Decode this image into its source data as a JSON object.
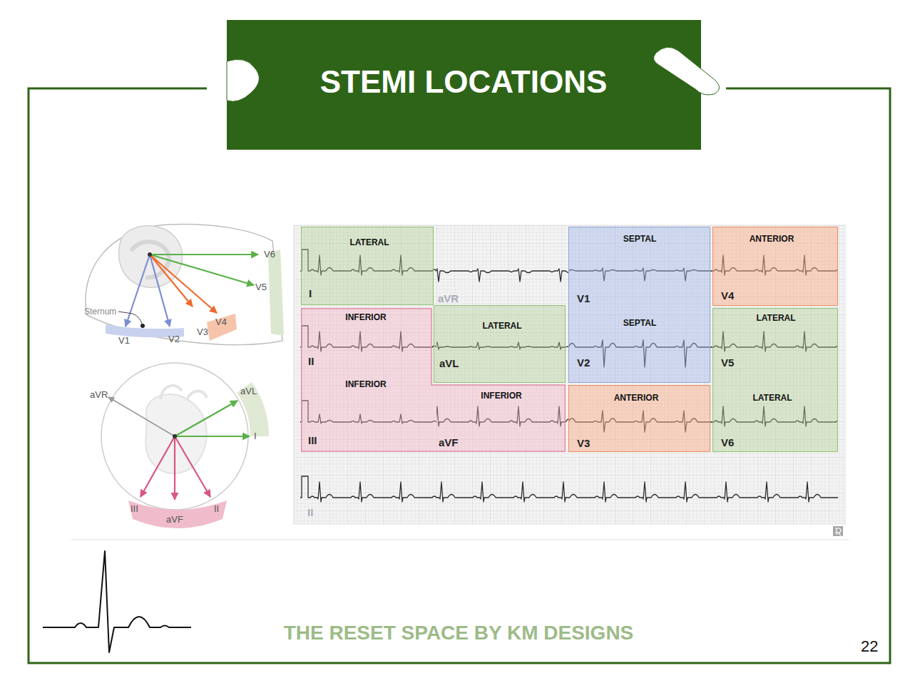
{
  "diagram": {
    "title": "STEMI LOCATIONS",
    "nodes": [
      {
        "text": [
          "V4"
        ]
      },
      {
        "text": [
          "aVF"
        ]
      },
      {
        "text": [
          "LATERAL",
          "I"
        ]
      },
      {
        "text": [
          "SEPTAL",
          "V1",
          "SEPTAL",
          "V2"
        ]
      },
      {
        "text": [
          "ANTERIOR",
          "V4"
        ]
      },
      {
        "text": [
          "INFERIOR",
          "II",
          "INFERIOR",
          "III",
          "INFERIOR",
          "aVF"
        ]
      },
      {
        "text": [
          "LATERAL",
          "aVL"
        ]
      },
      {
        "text": [
          "LATERAL",
          "V5",
          "LATERAL",
          "V6"
        ]
      },
      {
        "text": [
          "ANTERIOR",
          "V3"
        ]
      }
    ],
    "labels": [
      "V6",
      "V5",
      "Sternum",
      "V1",
      "V2",
      "V3",
      "aVR",
      "aVL",
      "I",
      "III",
      "II",
      "aVR",
      "II",
      "THE RESET SPACE BY KM DESIGNS",
      "22"
    ]
  }
}
